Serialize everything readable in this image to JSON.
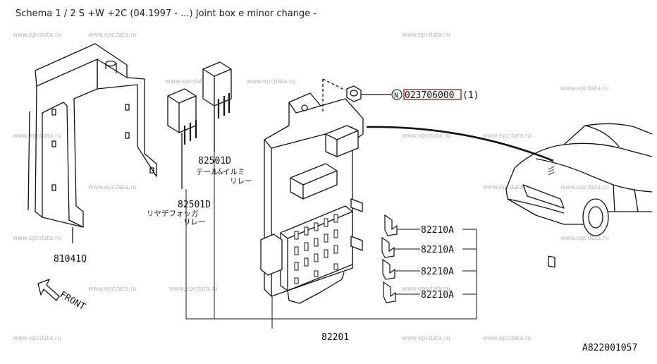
{
  "title": "Schema 1 / 2 S +W +2C (04.1997 - ...) Joint box e minor change -",
  "watermark": "www.epcdata.ru",
  "highlight_color": "#e03030",
  "parts": {
    "bracket": "81041Q",
    "tail_relay_number": "82501D",
    "tail_relay_desc_1": "テール&イルミ",
    "tail_relay_desc_2": "リレー",
    "fog_relay_number": "82501D",
    "fog_relay_desc_1": "リヤデフォッガ",
    "fog_relay_desc_2": "リレー",
    "nut_symbol": "N",
    "nut_number": "023706000",
    "nut_qty": "(1)",
    "fuse_1": "82210A",
    "fuse_2": "82210A",
    "fuse_3": "82210A",
    "fuse_4": "82210A",
    "joint_box": "82201"
  },
  "front_label": "FRONT",
  "diagram_ref": "A822001057"
}
